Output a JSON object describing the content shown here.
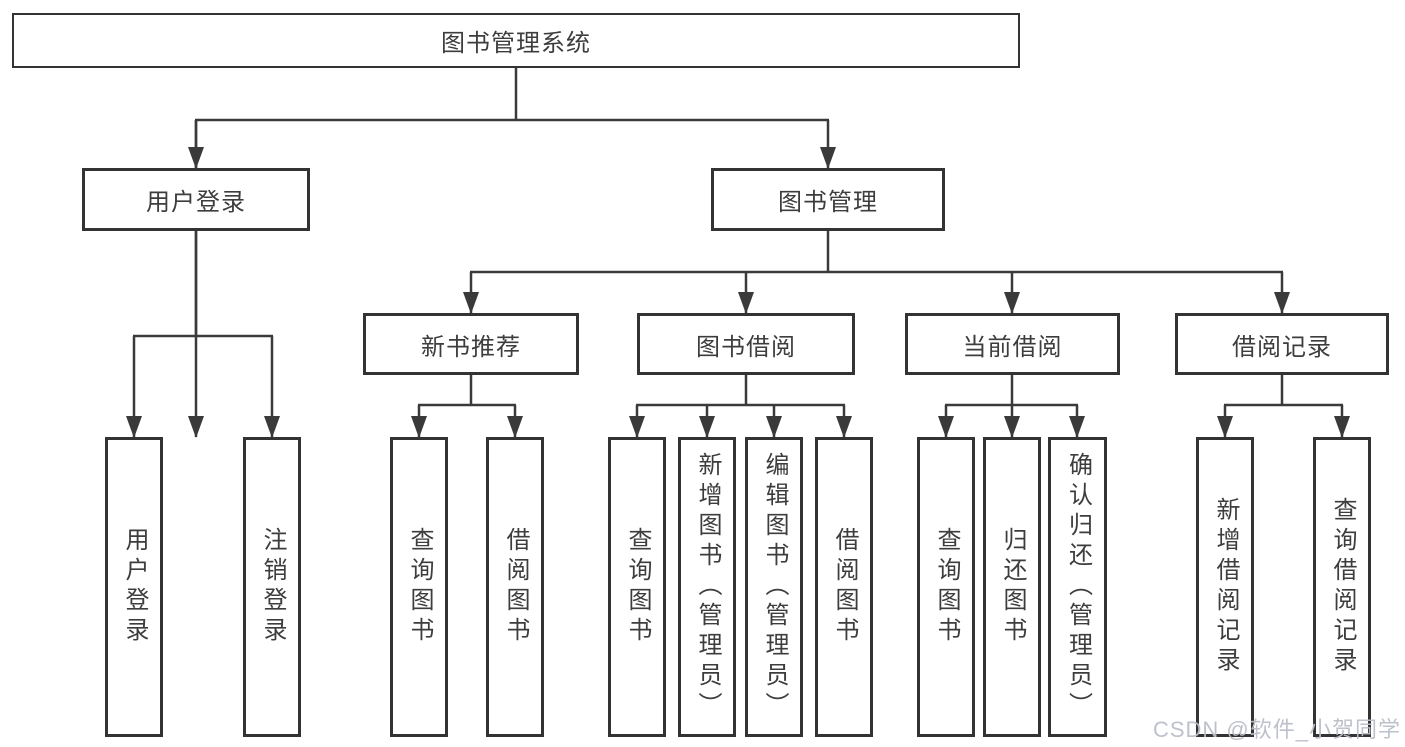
{
  "diagram": {
    "root": {
      "label": "图书管理系统"
    },
    "level2": [
      {
        "id": "user-login",
        "label": "用户登录"
      },
      {
        "id": "book-management",
        "label": "图书管理"
      }
    ],
    "level3": [
      {
        "id": "new-book-recommend",
        "label": "新书推荐"
      },
      {
        "id": "book-borrow",
        "label": "图书借阅"
      },
      {
        "id": "current-borrow",
        "label": "当前借阅"
      },
      {
        "id": "borrow-records",
        "label": "借阅记录"
      }
    ],
    "leaves": {
      "user_login_children": [
        {
          "label": "用户登录"
        },
        {
          "label": "注销登录"
        }
      ],
      "new_book_children": [
        {
          "label": "查询图书"
        },
        {
          "label": "借阅图书"
        }
      ],
      "borrow_children": [
        {
          "label": "查询图书"
        },
        {
          "label": "新增图书（管理员）"
        },
        {
          "label": "编辑图书（管理员）"
        },
        {
          "label": "借阅图书"
        }
      ],
      "current_children": [
        {
          "label": "查询图书"
        },
        {
          "label": "归还图书"
        },
        {
          "label": "确认归还（管理员）"
        }
      ],
      "record_children": [
        {
          "label": "新增借阅记录"
        },
        {
          "label": "查询借阅记录"
        }
      ]
    },
    "colors": {
      "line": "#3a3a3a",
      "border": "#333333",
      "text": "#3d3d3d",
      "background": "#ffffff",
      "watermark": "#b9bec8"
    },
    "watermark": "CSDN @软件_小贺同学"
  }
}
